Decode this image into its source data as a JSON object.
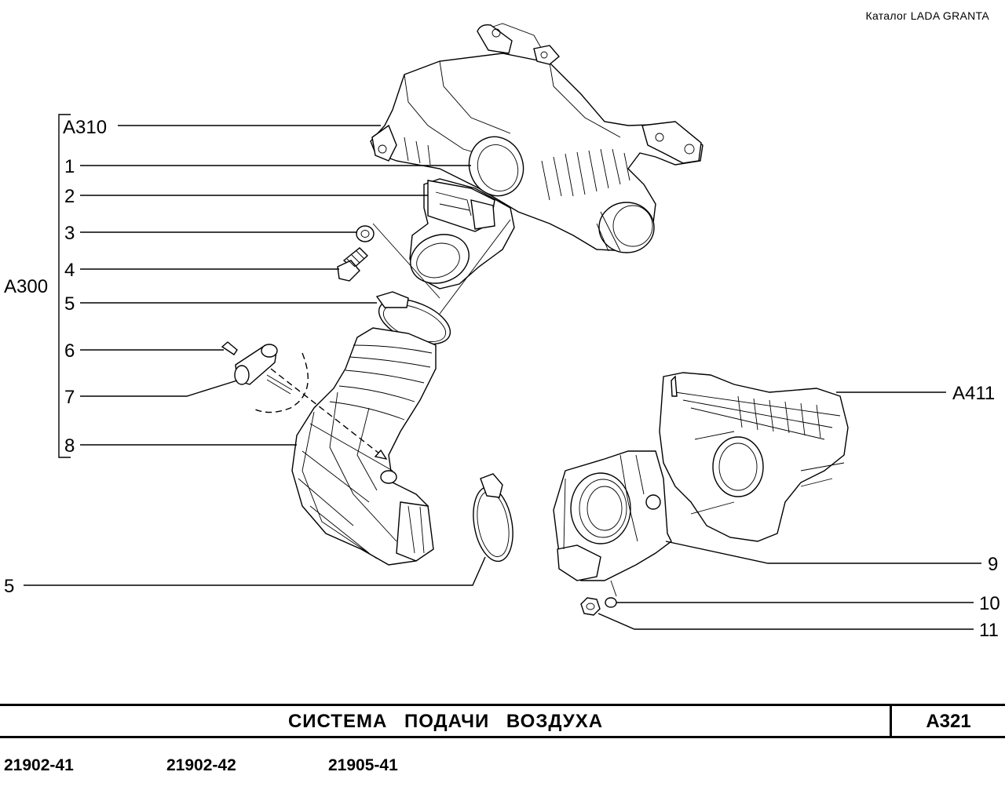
{
  "header": {
    "catalog": "Каталог  LADA  GRANTA"
  },
  "labels": {
    "a310": "A310",
    "a300": "A300",
    "a411": "A411",
    "p1": "1",
    "p2": "2",
    "p3": "3",
    "p4": "4",
    "p5_top": "5",
    "p6": "6",
    "p7": "7",
    "p8": "8",
    "p5_bottom": "5",
    "p9": "9",
    "p10": "10",
    "p11": "11"
  },
  "title": {
    "text": "СИСТЕМА   ПОДАЧИ   ВОЗДУХА",
    "code": "A321"
  },
  "models": [
    "21902-41",
    "21902-42",
    "21905-41"
  ]
}
